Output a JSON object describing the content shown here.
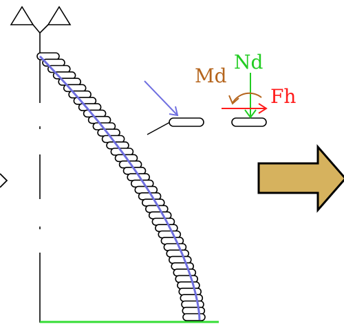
{
  "labels": {
    "moment": "Md",
    "axial": "Nd",
    "horizontal": "Fh"
  },
  "colors": {
    "moment": "#b5651d",
    "axial": "#22cc22",
    "horizontal": "#ff1a1a",
    "curve": "#6f6fe0",
    "ground": "#33dd33",
    "arrow_fill": "#d6b25e",
    "stroke": "#000000"
  },
  "icons": {
    "support": "triangle-pair-icon",
    "pointer": "chevron-right-icon",
    "next": "arrow-right-icon"
  },
  "stack": {
    "element_count": 42,
    "shape": "rounded-capsule"
  }
}
